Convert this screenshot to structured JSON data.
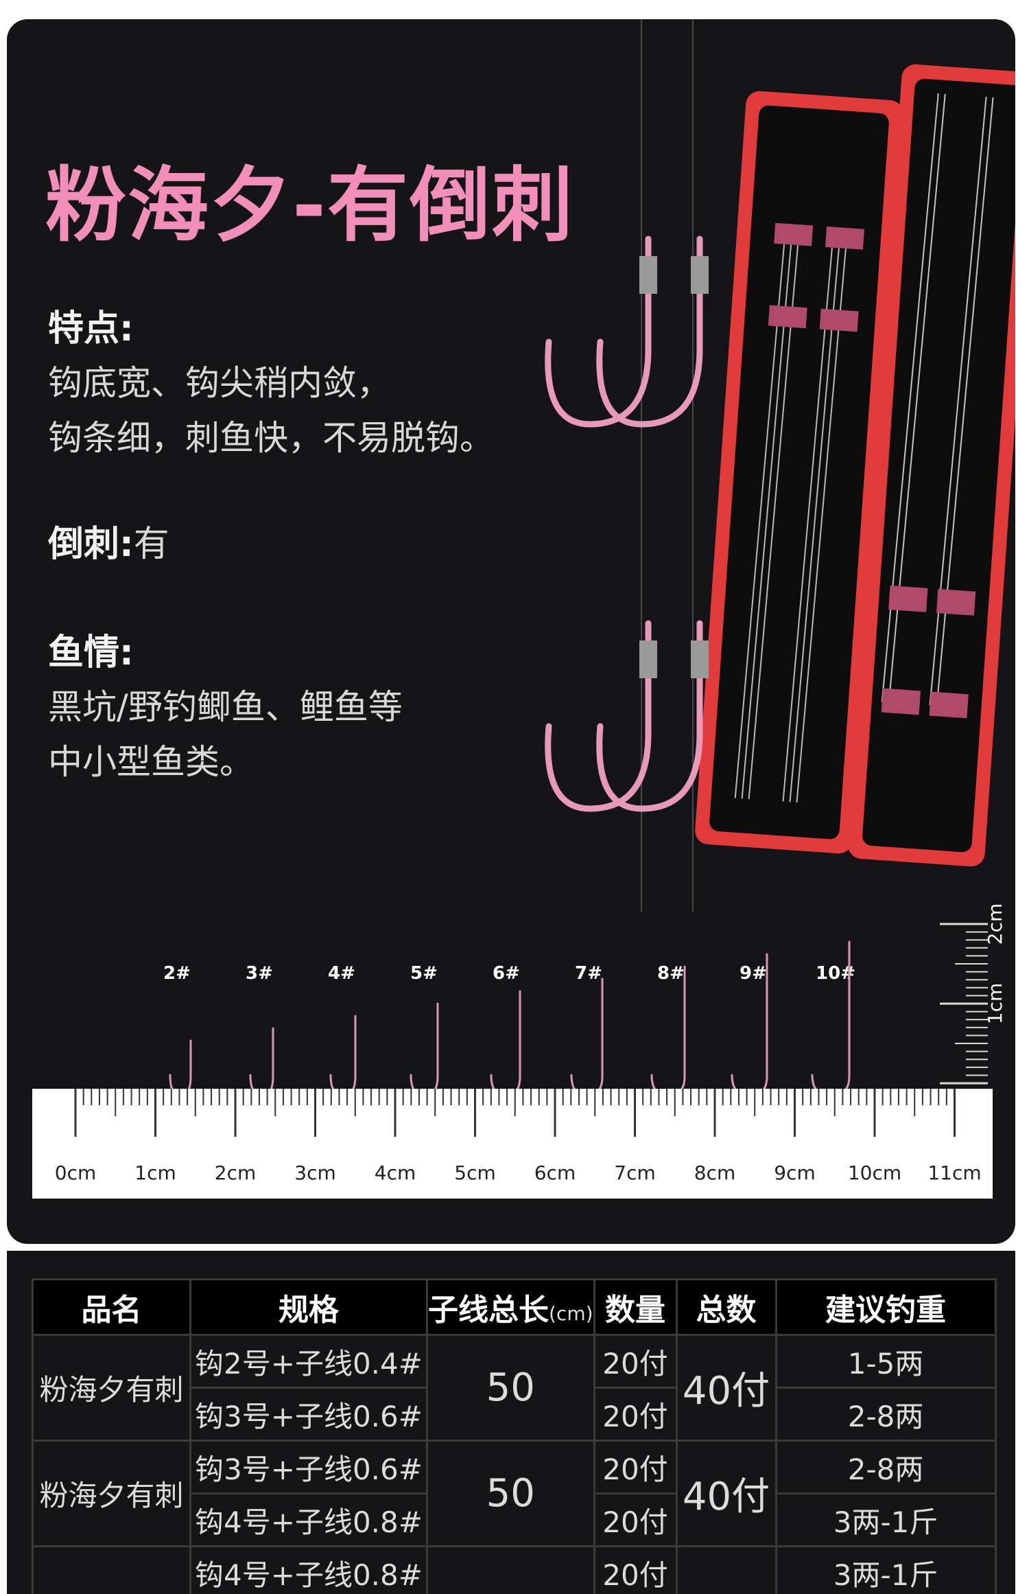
{
  "title": "粉海夕-有倒刺",
  "features": {
    "label": "特点:",
    "lines": [
      "钩底宽、钩尖稍内敛，",
      "钩条细，刺鱼快，不易脱钩。"
    ]
  },
  "barb": {
    "label": "倒刺:",
    "value": "有"
  },
  "fish": {
    "label": "鱼情:",
    "lines": [
      "黑坑/野钓鲫鱼、鲤鱼等",
      "中小型鱼类。"
    ]
  },
  "hook_sizes": [
    "2#",
    "3#",
    "4#",
    "5#",
    "6#",
    "7#",
    "8#",
    "9#",
    "10#"
  ],
  "ruler_labels": [
    "0cm",
    "1cm",
    "2cm",
    "3cm",
    "4cm",
    "5cm",
    "6cm",
    "7cm",
    "8cm",
    "9cm",
    "10cm",
    "11cm"
  ],
  "vertical_ruler_labels": [
    "2cm",
    "1cm"
  ],
  "colors": {
    "accent_pink": "#f28fb9",
    "box_red": "#e23b3b",
    "panel_dark": "#151416"
  },
  "table": {
    "headers": [
      "品名",
      "规格",
      "子线总长",
      "数量",
      "总数",
      "建议钓重"
    ],
    "length_unit": "(cm)",
    "groups": [
      {
        "name": "粉海夕有刺",
        "length": "50",
        "total": "40付",
        "rows": [
          {
            "spec": "钩2号+子线0.4#",
            "qty": "20付",
            "weight": "1-5两"
          },
          {
            "spec": "钩3号+子线0.6#",
            "qty": "20付",
            "weight": "2-8两"
          }
        ]
      },
      {
        "name": "粉海夕有刺",
        "length": "50",
        "total": "40付",
        "rows": [
          {
            "spec": "钩3号+子线0.6#",
            "qty": "20付",
            "weight": "2-8两"
          },
          {
            "spec": "钩4号+子线0.8#",
            "qty": "20付",
            "weight": "3两-1斤"
          }
        ]
      },
      {
        "name": "",
        "length": "",
        "total": "",
        "rows": [
          {
            "spec": "钩4号+子线0.8#",
            "qty": "20付",
            "weight": "3两-1斤"
          }
        ]
      }
    ]
  }
}
